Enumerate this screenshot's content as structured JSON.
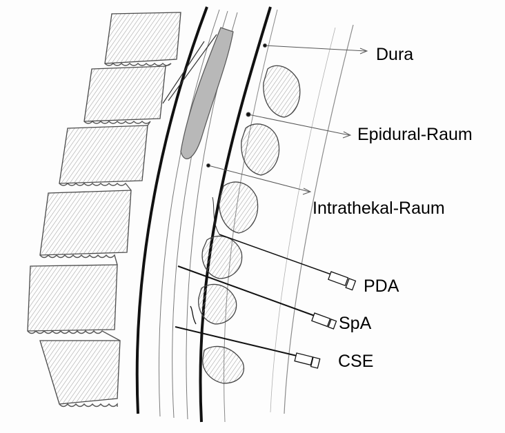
{
  "labels": {
    "dura": "Dura",
    "epidural": "Epidural-Raum",
    "intrathekal": "Intrathekal-Raum",
    "pda": "PDA",
    "spa": "SpA",
    "cse": "CSE"
  },
  "colors": {
    "ink": "#1a1a1a",
    "pencil": "#6f6f6f",
    "shade": "#b5b5b5",
    "paper": "#fdfdfd"
  }
}
